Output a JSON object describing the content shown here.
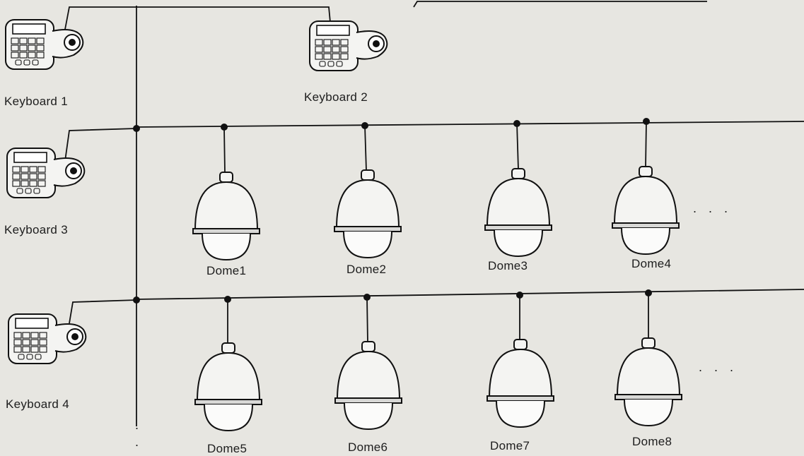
{
  "keyboards": [
    {
      "label": "Keyboard 1"
    },
    {
      "label": "Keyboard 2"
    },
    {
      "label": "Keyboard 3"
    },
    {
      "label": "Keyboard 4"
    }
  ],
  "domes": [
    {
      "label": "Dome1"
    },
    {
      "label": "Dome2"
    },
    {
      "label": "Dome3"
    },
    {
      "label": "Dome4"
    },
    {
      "label": "Dome5"
    },
    {
      "label": "Dome6"
    },
    {
      "label": "Dome7"
    },
    {
      "label": "Dome8"
    }
  ],
  "continuation": {
    "row1": ". . .",
    "row2": ". . .",
    "bus_bottom_1": ".",
    "bus_bottom_2": "."
  },
  "colors": {
    "line": "#111111",
    "background": "#e7e6e1",
    "device_fill": "#f4f4f2"
  }
}
